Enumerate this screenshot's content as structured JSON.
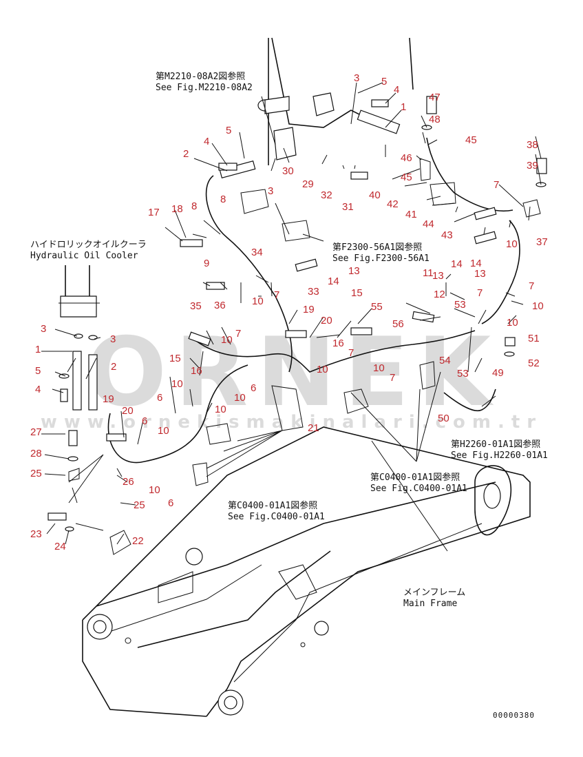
{
  "watermark": {
    "brand": "ORNEK",
    "url": "www.ornekismakinalari.com.tr"
  },
  "references": {
    "m2210": {
      "jp": "第M2210-08A2図参照",
      "en": "See Fig.M2210-08A2"
    },
    "f2300": {
      "jp": "第F2300-56A1図参照",
      "en": "See Fig.F2300-56A1"
    },
    "h2260": {
      "jp": "第H2260-01A1図参照",
      "en": "See Fig.H2260-01A1"
    },
    "c0400_right": {
      "jp": "第C0400-01A1図参照",
      "en": "See Fig.C0400-01A1"
    },
    "c0400_left": {
      "jp": "第C0400-01A1図参照",
      "en": "See Fig.C0400-01A1"
    },
    "cooler": {
      "jp": "ハイドロリックオイルクーラ",
      "en": "Hydraulic Oil Cooler"
    },
    "frame": {
      "jp": "メインフレーム",
      "en": "Main Frame"
    }
  },
  "doc_code": "00000380",
  "callout_color": "#c0282d",
  "callouts": [
    "3",
    "5",
    "4",
    "1",
    "47",
    "48",
    "45",
    "46",
    "45",
    "38",
    "39",
    "7",
    "37",
    "10",
    "2",
    "4",
    "5",
    "30",
    "3",
    "29",
    "32",
    "31",
    "40",
    "42",
    "41",
    "44",
    "43",
    "14",
    "13",
    "8",
    "17",
    "18",
    "8",
    "9",
    "34",
    "33",
    "14",
    "13",
    "11",
    "12",
    "13",
    "14",
    "7",
    "10",
    "7",
    "53",
    "10",
    "35",
    "36",
    "7",
    "10",
    "7",
    "19",
    "20",
    "16",
    "15",
    "55",
    "56",
    "51",
    "52",
    "49",
    "54",
    "53",
    "50",
    "7",
    "10",
    "16",
    "15",
    "10",
    "7",
    "10",
    "6",
    "10",
    "21",
    "10",
    "6",
    "10",
    "20",
    "27",
    "28",
    "25",
    "26",
    "25",
    "6",
    "10",
    "10",
    "6",
    "22",
    "23",
    "24",
    "3",
    "3",
    "1",
    "2",
    "5",
    "4",
    "19"
  ]
}
